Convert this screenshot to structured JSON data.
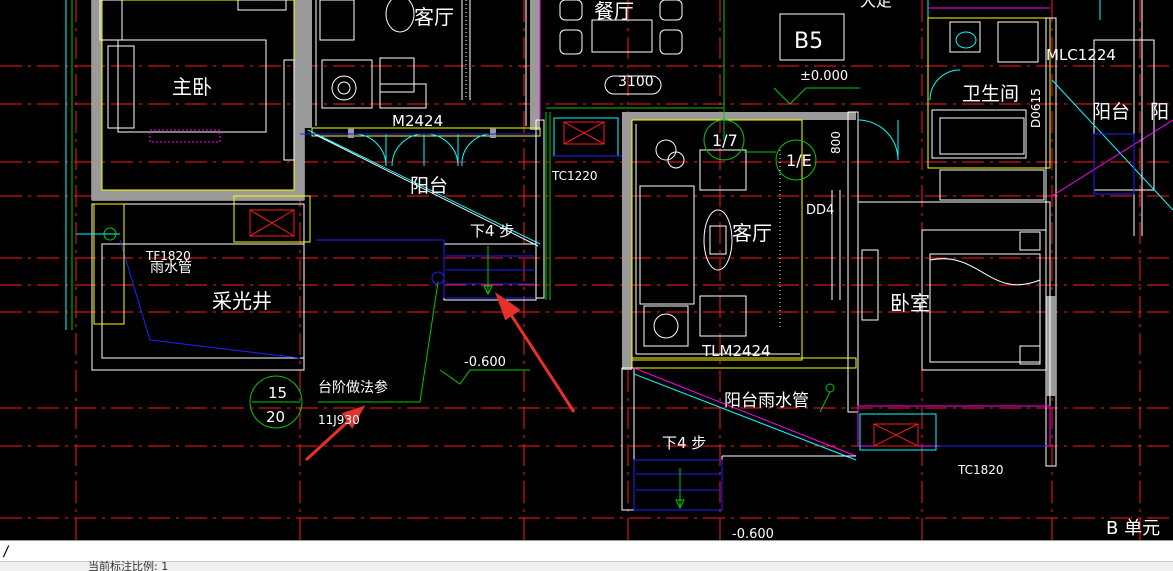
{
  "drawing": {
    "rooms": {
      "master_bedroom": "主卧",
      "living_left": "客厅",
      "dining": "餐厅",
      "living_center": "客厅",
      "bathroom": "卫生间",
      "bedroom": "卧室",
      "balcony_left": "阳台",
      "balcony_right": "阳台",
      "balcony_right_edge": "阳",
      "lightwell": "采光井",
      "top_partial": "大走"
    },
    "labels": {
      "door_m2424": "M2424",
      "door_tlm2424": "TLM2424",
      "window_tc1220": "TC1220",
      "window_tc1820_right": "TC1820",
      "window_tf1820": "TF1820",
      "door_mlc1224": "MLC1224",
      "dim_3100": "3100",
      "block_b5": "B5",
      "elev_zero": "±0.000",
      "elev_neg_left": "-0.600",
      "elev_neg_bottom": "-0.600",
      "steps_left": "下4 步",
      "steps_center": "下4 步",
      "rain_pipe_left": "雨水管",
      "balcony_rain_pipe": "阳台雨水管",
      "step_note": "台阶做法参",
      "step_ref": "11J930",
      "detail_top": "15",
      "detail_bottom": "20",
      "axis_top": "1/7",
      "axis_right": "1/E",
      "dd4": "DD4",
      "dim_800": "800",
      "dim_vertical": "D0615",
      "unit_b": "B 单元"
    }
  },
  "command_bar": {
    "caret": "/",
    "hint": "当前标注比例: 1"
  },
  "colors": {
    "background": "#000000",
    "wall_yellow": "#ffff00",
    "wall_gray": "#9a9a9a",
    "axis_red": "#ff1a1a",
    "green": "#00c800",
    "cyan": "#00ffff",
    "blue": "#2020ff",
    "magenta": "#ff00ff",
    "white": "#ffffff",
    "arrow_red": "#e8302a"
  }
}
